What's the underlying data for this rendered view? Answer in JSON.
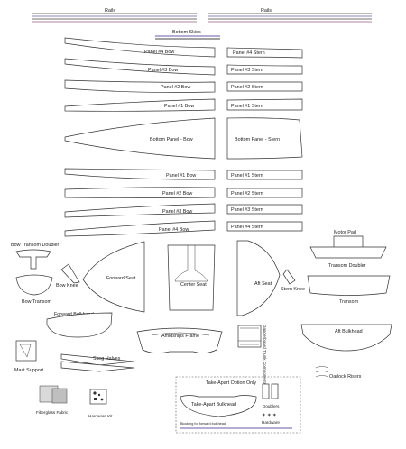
{
  "labels": {
    "rails_left": "Rails",
    "rails_right": "Rails",
    "bottom_skids": "Bottom Skids",
    "panel4_bow_top": "Panel #4 Bow",
    "panel4_stern_top": "Panel #4 Stern",
    "panel3_bow_top": "Panel #3 Bow",
    "panel3_stern_top": "Panel #3 Stern",
    "panel2_bow_top": "Panel #2 Bow",
    "panel2_stern_top": "Panel #2 Stern",
    "panel1_bow_top": "Panel #1 Bow",
    "panel1_stern_top": "Panel #1 Stern",
    "bottom_panel_bow": "Bottom Panel - Bow",
    "bottom_panel_stern": "Bottom Panel - Stern",
    "panel1_bow_bot": "Panel #1 Bow",
    "panel1_stern_bot": "Panel #1 Stern",
    "panel2_bow_bot": "Panel #2 Bow",
    "panel2_stern_bot": "Panel #2 Stern",
    "panel3_bow_bot": "Panel #3 Bow",
    "panel3_stern_bot": "Panel #3 Stern",
    "panel4_bow_bot": "Panel #4 Bow",
    "panel4_stern_bot": "Panel #4 Stern",
    "bow_transom_doubler": "Bow Transom Doubler",
    "bow_knee": "Bow Knee",
    "bow_transom": "Bow Transom",
    "forward_seat": "Forward Seat",
    "center_seat": "Center Seat",
    "aft_seat": "Aft Seat",
    "stern_knee": "Stern Knee",
    "motor_pad": "Motor Pad",
    "transom_doubler": "Transom Doubler",
    "transom": "Transom",
    "forward_bulkhead": "Forward Bulkhead",
    "amidships_frame": "Amidships Frame",
    "daggerboard_trunk": "Daggerboard Trunk Components",
    "aft_bulkhead": "Aft Bulkhead",
    "mast_support": "Mast Support",
    "skeg_halves": "Skeg Halves",
    "oarlock_risers": "Oarlock Risers",
    "take_apart_option": "Take-Apart Option Only",
    "doublers": "Doublers",
    "take_apart_bulkhead": "Take-Apart Bulkhead",
    "hardware": "Hardware",
    "blocking": "Blocking for forward bulkhead",
    "fiberglass_fabric": "Fiberglass Fabric",
    "hardware_kit": "Hardware Kit"
  }
}
